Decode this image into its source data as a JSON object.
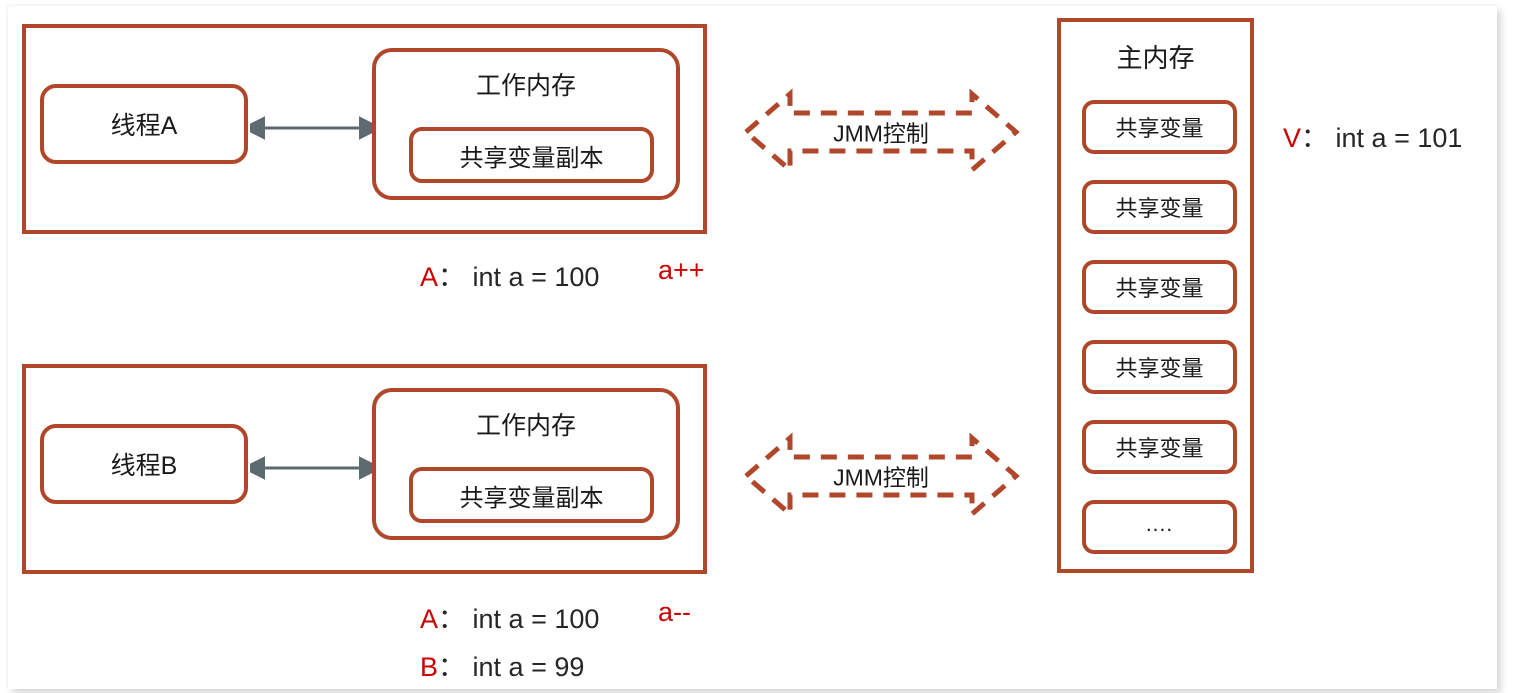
{
  "colors": {
    "box_border": "#B0462A",
    "arrow_gray": "#5D6A6F",
    "accent_red": "#CC0000",
    "text_dark": "#1a1a1a",
    "page_bg": "#ffffff"
  },
  "threads": [
    {
      "id": "thread-a",
      "thread_label": "线程A",
      "working_memory_title": "工作内存",
      "shared_copy_label": "共享变量副本",
      "annotations": [
        {
          "tag": "A",
          "sep": "：",
          "text": "int a = 100"
        }
      ],
      "operation": "a++"
    },
    {
      "id": "thread-b",
      "thread_label": "线程B",
      "working_memory_title": "工作内存",
      "shared_copy_label": "共享变量副本",
      "annotations": [
        {
          "tag": "A",
          "sep": "：",
          "text": "int a = 100"
        },
        {
          "tag": "B",
          "sep": "：",
          "text": "int a = 99"
        }
      ],
      "operation": "a--"
    }
  ],
  "jmm_arrows": [
    {
      "label": "JMM控制"
    },
    {
      "label": "JMM控制"
    }
  ],
  "main_memory": {
    "title": "主内存",
    "variables": [
      {
        "label": "共享变量"
      },
      {
        "label": "共享变量"
      },
      {
        "label": "共享变量"
      },
      {
        "label": "共享变量"
      },
      {
        "label": "共享变量"
      },
      {
        "label": "...."
      }
    ],
    "side_note": {
      "tag": "V",
      "sep": "：",
      "text": "int a = 101"
    }
  }
}
